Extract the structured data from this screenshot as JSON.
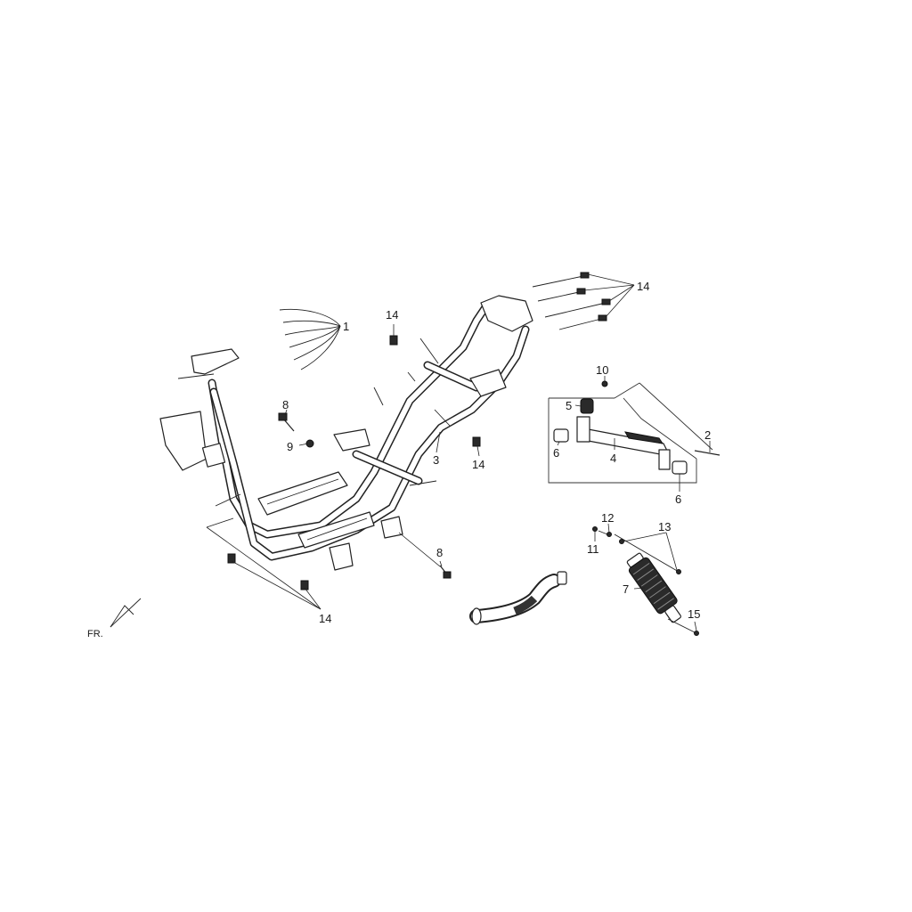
{
  "callouts": {
    "c1": "1",
    "c2": "2",
    "c3": "3",
    "c4": "4",
    "c5": "5",
    "c6a": "6",
    "c6b": "6",
    "c7": "7",
    "c8a": "8",
    "c8b": "8",
    "c9": "9",
    "c10": "10",
    "c11": "11",
    "c12": "12",
    "c13": "13",
    "c14a": "14",
    "c14b": "14",
    "c14c": "14",
    "c14d": "14",
    "c15": "15"
  },
  "front_indicator": "FR.",
  "icons": {
    "front_arrow": "direction-arrow-icon"
  }
}
